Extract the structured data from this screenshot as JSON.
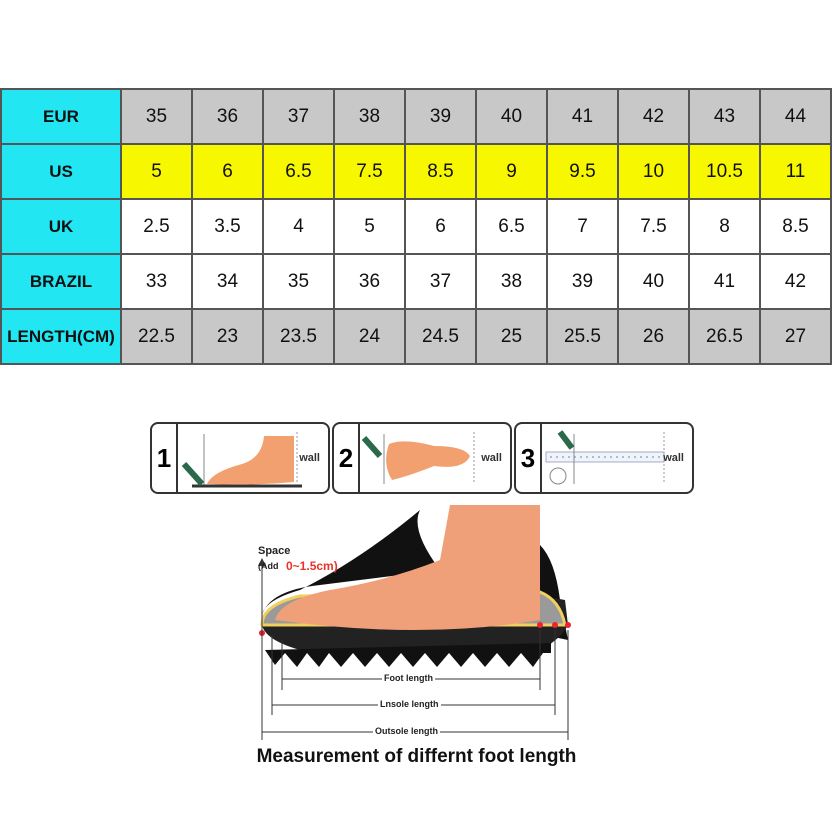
{
  "size_chart": {
    "rows": [
      {
        "label": "EUR",
        "values": [
          "35",
          "36",
          "37",
          "38",
          "39",
          "40",
          "41",
          "42",
          "43",
          "44"
        ]
      },
      {
        "label": "US",
        "values": [
          "5",
          "6",
          "6.5",
          "7.5",
          "8.5",
          "9",
          "9.5",
          "10",
          "10.5",
          "11"
        ]
      },
      {
        "label": "UK",
        "values": [
          "2.5",
          "3.5",
          "4",
          "5",
          "6",
          "6.5",
          "7",
          "7.5",
          "8",
          "8.5"
        ]
      },
      {
        "label": "BRAZIL",
        "values": [
          "33",
          "34",
          "35",
          "36",
          "37",
          "38",
          "39",
          "40",
          "41",
          "42"
        ]
      },
      {
        "label": "LENGTH(CM)",
        "values": [
          "22.5",
          "23",
          "23.5",
          "24",
          "24.5",
          "25",
          "25.5",
          "26",
          "26.5",
          "27"
        ]
      }
    ],
    "colors": {
      "header": "#22e6f2",
      "eur": "#c8c8c8",
      "us": "#f7f700",
      "length": "#c8c8c8"
    }
  },
  "steps": [
    {
      "number": "1",
      "wall": "wall"
    },
    {
      "number": "2",
      "wall": "wall"
    },
    {
      "number": "3",
      "wall": "wall"
    }
  ],
  "diagram": {
    "space": "Space",
    "add": "(Add",
    "range": "0~1.5cm)",
    "foot_length": "Foot length",
    "insole_length": "Lnsole length",
    "outsole_length": "Outsole length",
    "caption": "Measurement of differnt foot length"
  }
}
